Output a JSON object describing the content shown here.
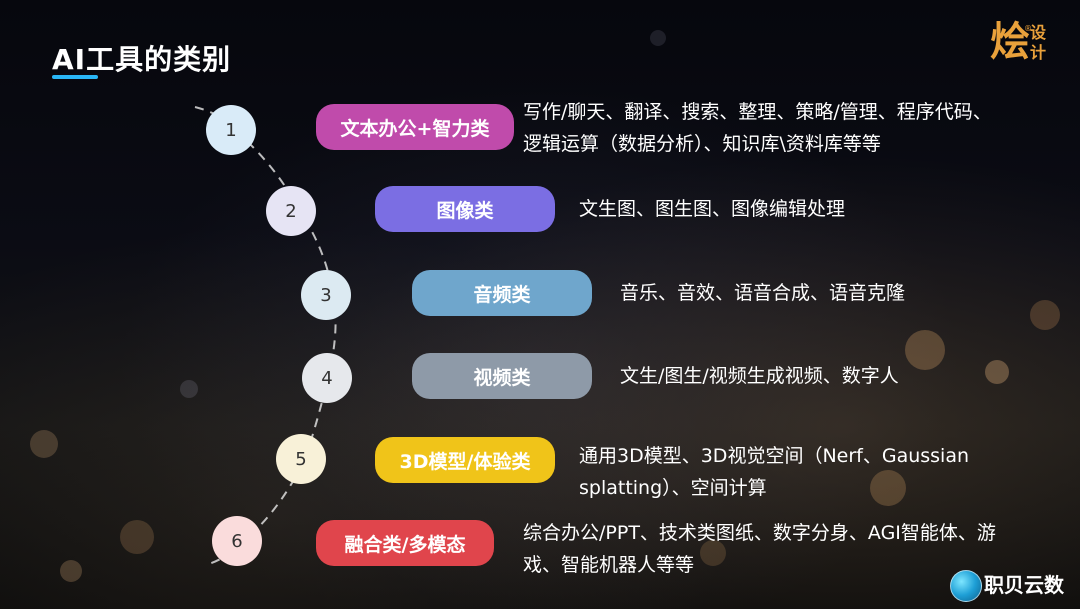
{
  "title": "AI工具的类别",
  "logo": {
    "main": "烩",
    "small_top": "设",
    "small_bottom": "计",
    "reg": "®"
  },
  "watermark": {
    "text": "职贝云数"
  },
  "items": [
    {
      "number": "1",
      "category": "文本办公+智力类",
      "color": "#c04bab",
      "desc_lines": [
        "写作/聊天、翻译、搜索、整理、策略/管理、程序代码、",
        "逻辑运算（数据分析）、知识库\\资料库等等"
      ]
    },
    {
      "number": "2",
      "category": "图像类",
      "color": "#7b6ee3",
      "desc_lines": [
        "文生图、图生图、图像编辑处理"
      ]
    },
    {
      "number": "3",
      "category": "音频类",
      "color": "#6fa6cc",
      "desc_lines": [
        "音乐、音效、语音合成、语音克隆"
      ]
    },
    {
      "number": "4",
      "category": "视频类",
      "color": "#8e9aa8",
      "desc_lines": [
        "文生/图生/视频生成视频、数字人"
      ]
    },
    {
      "number": "5",
      "category": "3D模型/体验类",
      "color": "#f0c419",
      "desc_lines": [
        "通用3D模型、3D视觉空间（Nerf、Gaussian",
        "splatting）、空间计算"
      ]
    },
    {
      "number": "6",
      "category": "融合类/多模态",
      "color": "#e0454c",
      "desc_lines": [
        "综合办公/PPT、技术类图纸、数字分身、AGI智能体、游",
        "戏、智能机器人等等"
      ]
    }
  ]
}
